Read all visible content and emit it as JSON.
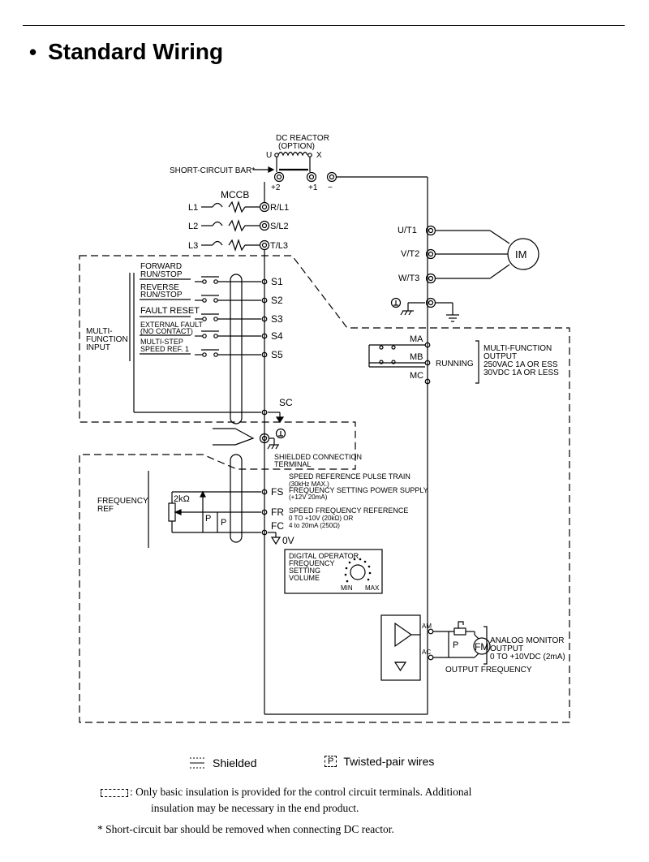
{
  "heading": {
    "bullet": "•",
    "title": "Standard Wiring"
  },
  "labels": {
    "dc_reactor": "DC REACTOR",
    "option": "(OPTION)",
    "u": "U",
    "x": "X",
    "short_circuit_bar": "SHORT-CIRCUIT BAR*",
    "plus2": "+2",
    "plus1": "+1",
    "minus": "−",
    "mccb": "MCCB",
    "l1": "L1",
    "l2": "L2",
    "l3": "L3",
    "rl1": "R/L1",
    "sl2": "S/L2",
    "tl3": "T/L3",
    "ut1": "U/T1",
    "vt2": "V/T2",
    "wt3": "W/T3",
    "im": "IM",
    "forward": "FORWARD",
    "forward_run": "RUN/STOP",
    "reverse": "REVERSE",
    "reverse_run": "RUN/STOP",
    "fault_reset": "FAULT RESET",
    "external_fault": "EXTERNAL FAULT",
    "no_contact": "(NO CONTACT)",
    "multi_step": "MULTI-STEP",
    "speed_ref1": "SPEED REF. 1",
    "s1": "S1",
    "s2": "S2",
    "s3": "S3",
    "s4": "S4",
    "s5": "S5",
    "multi_function_input_1": "MULTI-",
    "multi_function_input_2": "FUNCTION",
    "multi_function_input_3": "INPUT",
    "sc": "SC",
    "ma": "MA",
    "mb": "MB",
    "mc": "MC",
    "running": "RUNNING",
    "mfo_1": "MULTI-FUNCTION",
    "mfo_2": "OUTPUT",
    "mfo_3": "250VAC 1A OR ESS",
    "mfo_4": "30VDC 1A OR LESS",
    "shielded_conn_1": "SHIELDED CONNECTION",
    "shielded_conn_2": "TERMINAL",
    "pulse_train_1": "SPEED REFERENCE PULSE TRAIN",
    "pulse_train_2": "(30kHz MAX.)",
    "frequency_ref_1": "FREQUENCY",
    "frequency_ref_2": "REF",
    "resistor": "2kΩ",
    "fs": "FS",
    "fr": "FR",
    "fc": "FC",
    "zero_v": "0V",
    "p": "P",
    "fs_desc_1": "FREQUENCY SETTING POWER SUPPLY",
    "fs_desc_2": "(+12V 20mA)",
    "fr_desc_1": "SPEED FREQUENCY REFERENCE",
    "fr_desc_2": "0 TO +10V (20kΩ) OR",
    "fr_desc_3": "4 to 20mA (250Ω)",
    "dig_op_1": "DIGITAL OPERATOR",
    "dig_op_2": "FREQUENCY",
    "dig_op_3": "SETTING",
    "dig_op_4": "VOLUME",
    "min": "MIN",
    "max": "MAX",
    "am": "AM",
    "ac": "AC",
    "fm": "FM",
    "analog_1": "ANALOG MONITOR",
    "analog_2": "OUTPUT",
    "analog_3": "0 TO +10VDC (2mA)",
    "output_frequency": "OUTPUT FREQUENCY"
  },
  "legend": {
    "shielded": "Shielded",
    "twisted": "Twisted-pair wires",
    "twisted_symbol": "P"
  },
  "notes": {
    "insulation_1": ": Only basic insulation is provided for the control circuit terminals. Additional",
    "insulation_2": "insulation may be necessary in the end product.",
    "short_circuit": "* Short-circuit bar should be removed when connecting DC reactor."
  }
}
